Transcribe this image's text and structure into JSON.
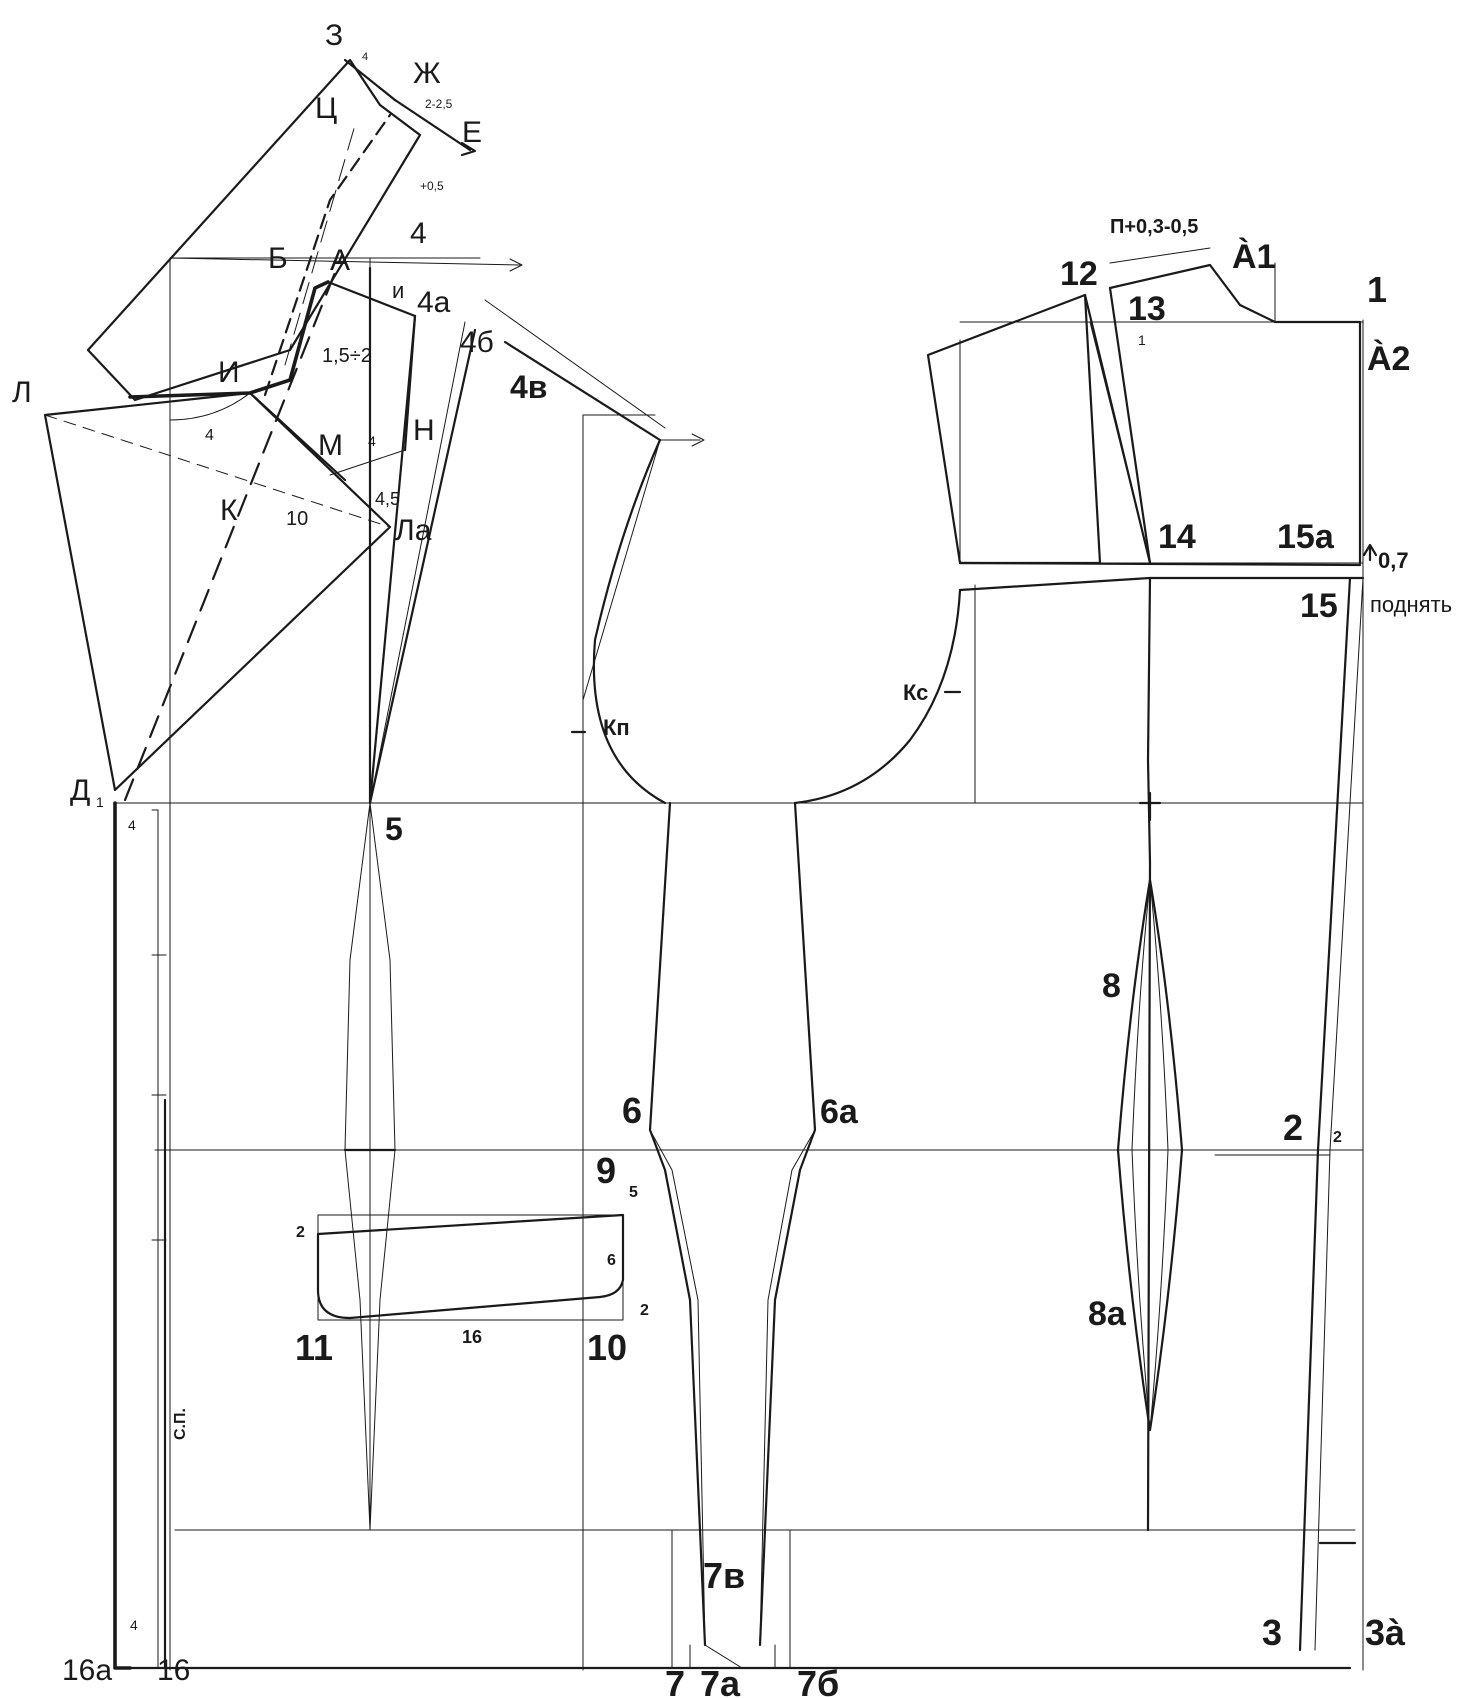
{
  "labels": {
    "z": "З",
    "zh": "Ж",
    "ts": "Ц",
    "e": "Е",
    "v4": "4",
    "v2_25": "2-2,5",
    "p05": "+0,5",
    "b": "Б",
    "a": "А",
    "p4": "4",
    "p4a": "4а",
    "i_small": "и",
    "p4b": "4б",
    "p4v": "4в",
    "i": "И",
    "v15": "1,5÷2",
    "l": "Л",
    "m": "М",
    "n": "Н",
    "v4m": "4",
    "v45": "4,5",
    "k": "К",
    "v10": "10",
    "la": "Ла",
    "v4d": "4",
    "d1": "Д",
    "d1_sub": "1",
    "v4d1": "4",
    "p5": "5",
    "kp": "Кп",
    "ks": "Кс",
    "p6": "6",
    "p6a": "6а",
    "p9": "9",
    "v5": "5",
    "v6": "6",
    "v2a": "2",
    "v2b": "2",
    "p10": "10",
    "p11": "11",
    "v16": "16",
    "sp": "С.П.",
    "p7v": "7в",
    "p7": "7",
    "p7a": "7а",
    "p7b": "7б",
    "p16a": "16а",
    "p16": "16",
    "v4b": "4",
    "p_shift": "П+0,3-0,5",
    "a1": "À1",
    "p12": "12",
    "p13": "13",
    "v1": "1",
    "p1": "1",
    "a2": "À2",
    "p14": "14",
    "p15a": "15а",
    "v07": "0,7",
    "raise": "поднять",
    "p15": "15",
    "p8": "8",
    "p8a": "8а",
    "p2": "2",
    "v2c": "2",
    "p3": "3",
    "p3a": "3à"
  }
}
